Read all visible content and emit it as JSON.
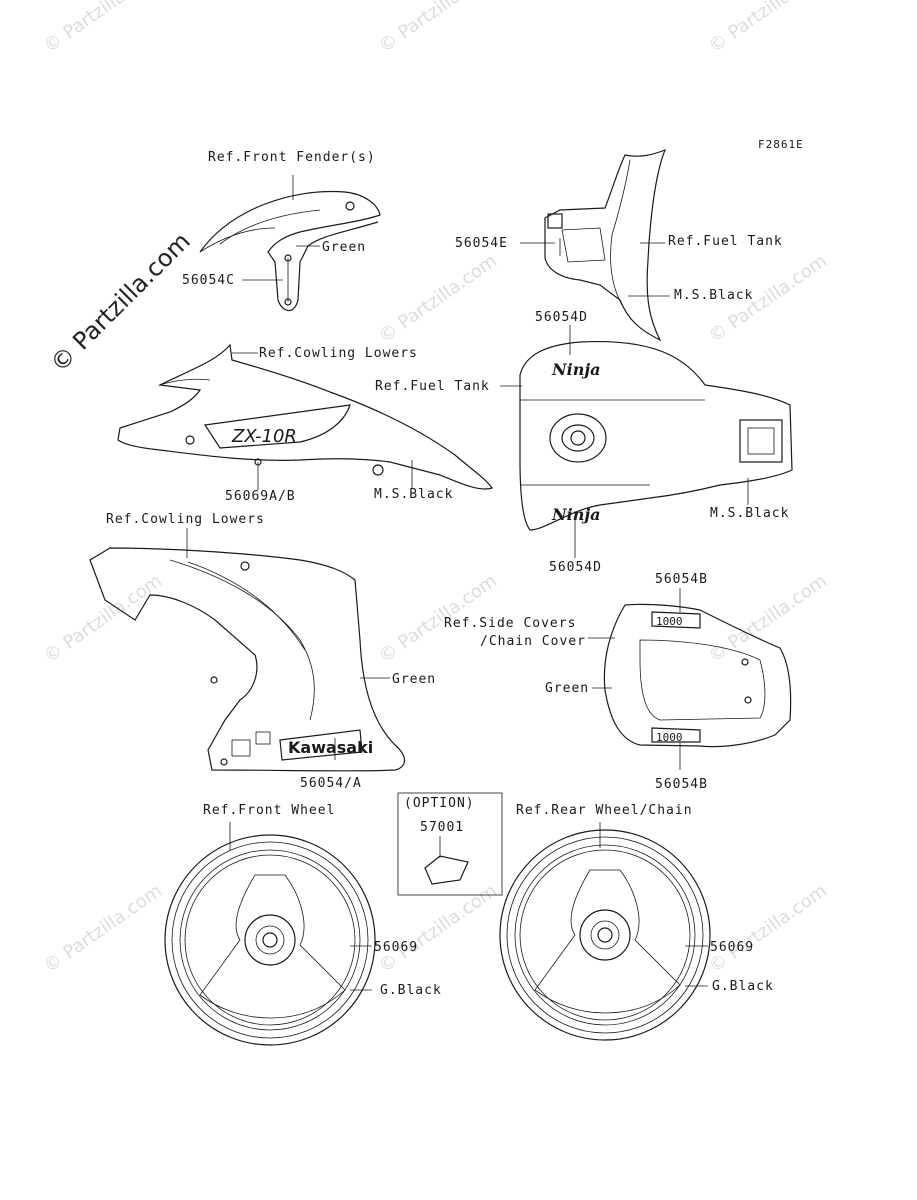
{
  "figure_code": "F2861E",
  "watermark": "© Partzilla.com",
  "labels": {
    "front_fender_ref": "Ref.Front Fender(s)",
    "fender_green": "Green",
    "fender_part": "56054C",
    "tank_top_part": "56054E",
    "tank_top_ref": "Ref.Fuel Tank",
    "tank_top_color": "M.S.Black",
    "cowling_upper_ref": "Ref.Cowling Lowers",
    "cowling_upper_part": "56069A/B",
    "cowling_upper_color": "M.S.Black",
    "fuel_tank_part_top": "56054D",
    "fuel_tank_ref": "Ref.Fuel Tank",
    "fuel_tank_color": "M.S.Black",
    "fuel_tank_part_bottom": "56054D",
    "cowling_lower_ref": "Ref.Cowling Lowers",
    "cowling_lower_green": "Green",
    "cowling_lower_part": "56054/A",
    "side_cover_part_top": "56054B",
    "side_cover_ref_1": "Ref.Side Covers",
    "side_cover_ref_2": "/Chain Cover",
    "side_cover_green": "Green",
    "side_cover_part_bottom": "56054B",
    "front_wheel_ref": "Ref.Front Wheel",
    "front_wheel_part": "56069",
    "front_wheel_color": "G.Black",
    "option_label": "(OPTION)",
    "option_part": "57001",
    "rear_wheel_ref": "Ref.Rear Wheel/Chain",
    "rear_wheel_part": "56069",
    "rear_wheel_color": "G.Black"
  },
  "decals": {
    "cowl_logo": "ZX-10R",
    "brand": "Kawasaki",
    "tank_logo": "Ninja",
    "side_cover_logo": "1000"
  }
}
